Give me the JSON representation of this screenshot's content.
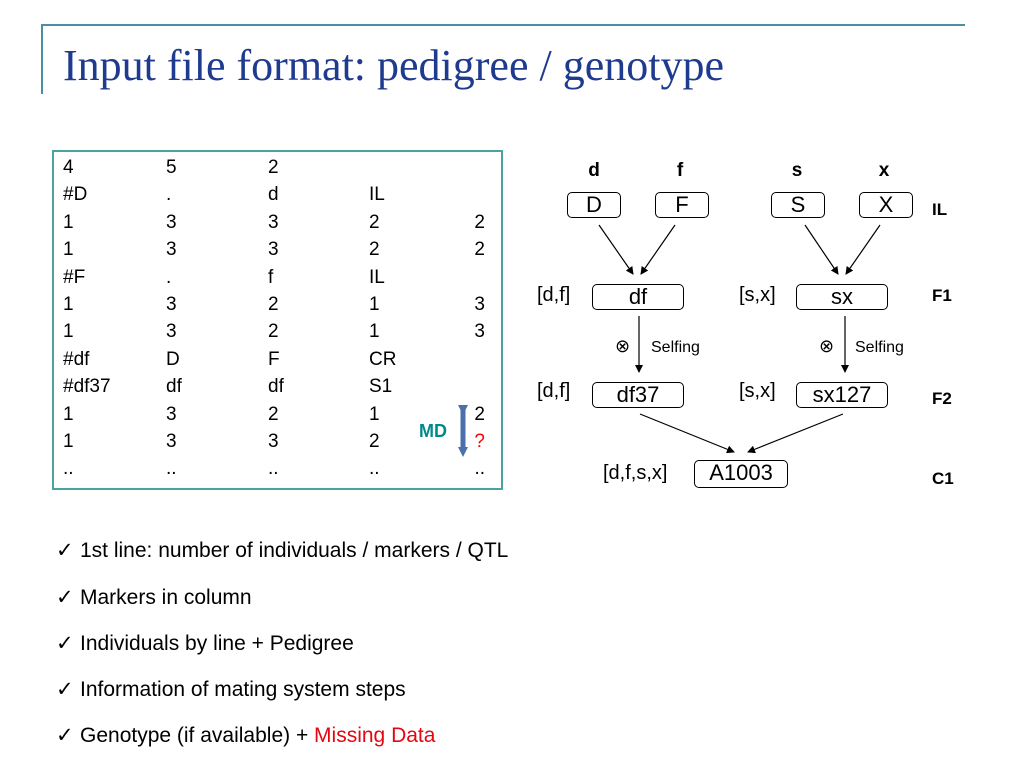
{
  "title": "Input file format: pedigree / genotype",
  "table": {
    "rows": [
      [
        "4",
        "5",
        "2",
        "",
        ""
      ],
      [
        "#D",
        ".",
        "d",
        "IL",
        ""
      ],
      [
        "1",
        "3",
        "3",
        "2",
        "2"
      ],
      [
        "1",
        "3",
        "3",
        "2",
        "2"
      ],
      [
        "#F",
        ".",
        "f",
        "IL",
        ""
      ],
      [
        "1",
        "3",
        "2",
        "1",
        "3"
      ],
      [
        "1",
        "3",
        "2",
        "1",
        "3"
      ],
      [
        "#df",
        "D",
        "F",
        "CR",
        ""
      ],
      [
        "#df37",
        "df",
        "df",
        "S1",
        ""
      ],
      [
        "1",
        "3",
        "2",
        "1",
        "2"
      ],
      [
        "1",
        "3",
        "3",
        "2",
        "?"
      ],
      [
        "..",
        "..",
        "..",
        "..",
        ".."
      ]
    ],
    "md_label": "MD"
  },
  "diagram": {
    "parent_labels": [
      "d",
      "f",
      "s",
      "x"
    ],
    "il_nodes": [
      "D",
      "F",
      "S",
      "X"
    ],
    "f1_nodes": [
      "df",
      "sx"
    ],
    "f2_nodes": [
      "df37",
      "sx127"
    ],
    "c1_node": "A1003",
    "brackets": {
      "df": "[d,f]",
      "sx": "[s,x]",
      "df37": "[d,f]",
      "sx127": "[s,x]",
      "a1003": "[d,f,s,x]"
    },
    "selfing_label": "Selfing",
    "selfing_symbol": "⊗",
    "generations": [
      "IL",
      "F1",
      "F2",
      "C1"
    ]
  },
  "bullets": [
    {
      "check": "✓",
      "text": "1st line: number of individuals / markers / QTL",
      "highlight": ""
    },
    {
      "check": "✓",
      "text": "Markers in column",
      "highlight": ""
    },
    {
      "check": "✓",
      "text": "Individuals by line + Pedigree",
      "highlight": ""
    },
    {
      "check": "✓",
      "text": "Information of mating system steps",
      "highlight": ""
    },
    {
      "check": "✓",
      "text": "Genotype (if available) + ",
      "highlight": "Missing Data"
    }
  ],
  "colors": {
    "title": "#1f3b8f",
    "accent_line": "#4a8fa3",
    "table_border": "#4aa3a0",
    "md_label": "#008a8a",
    "md_arrow": "#4b6fa8",
    "missing": "#e30613"
  }
}
